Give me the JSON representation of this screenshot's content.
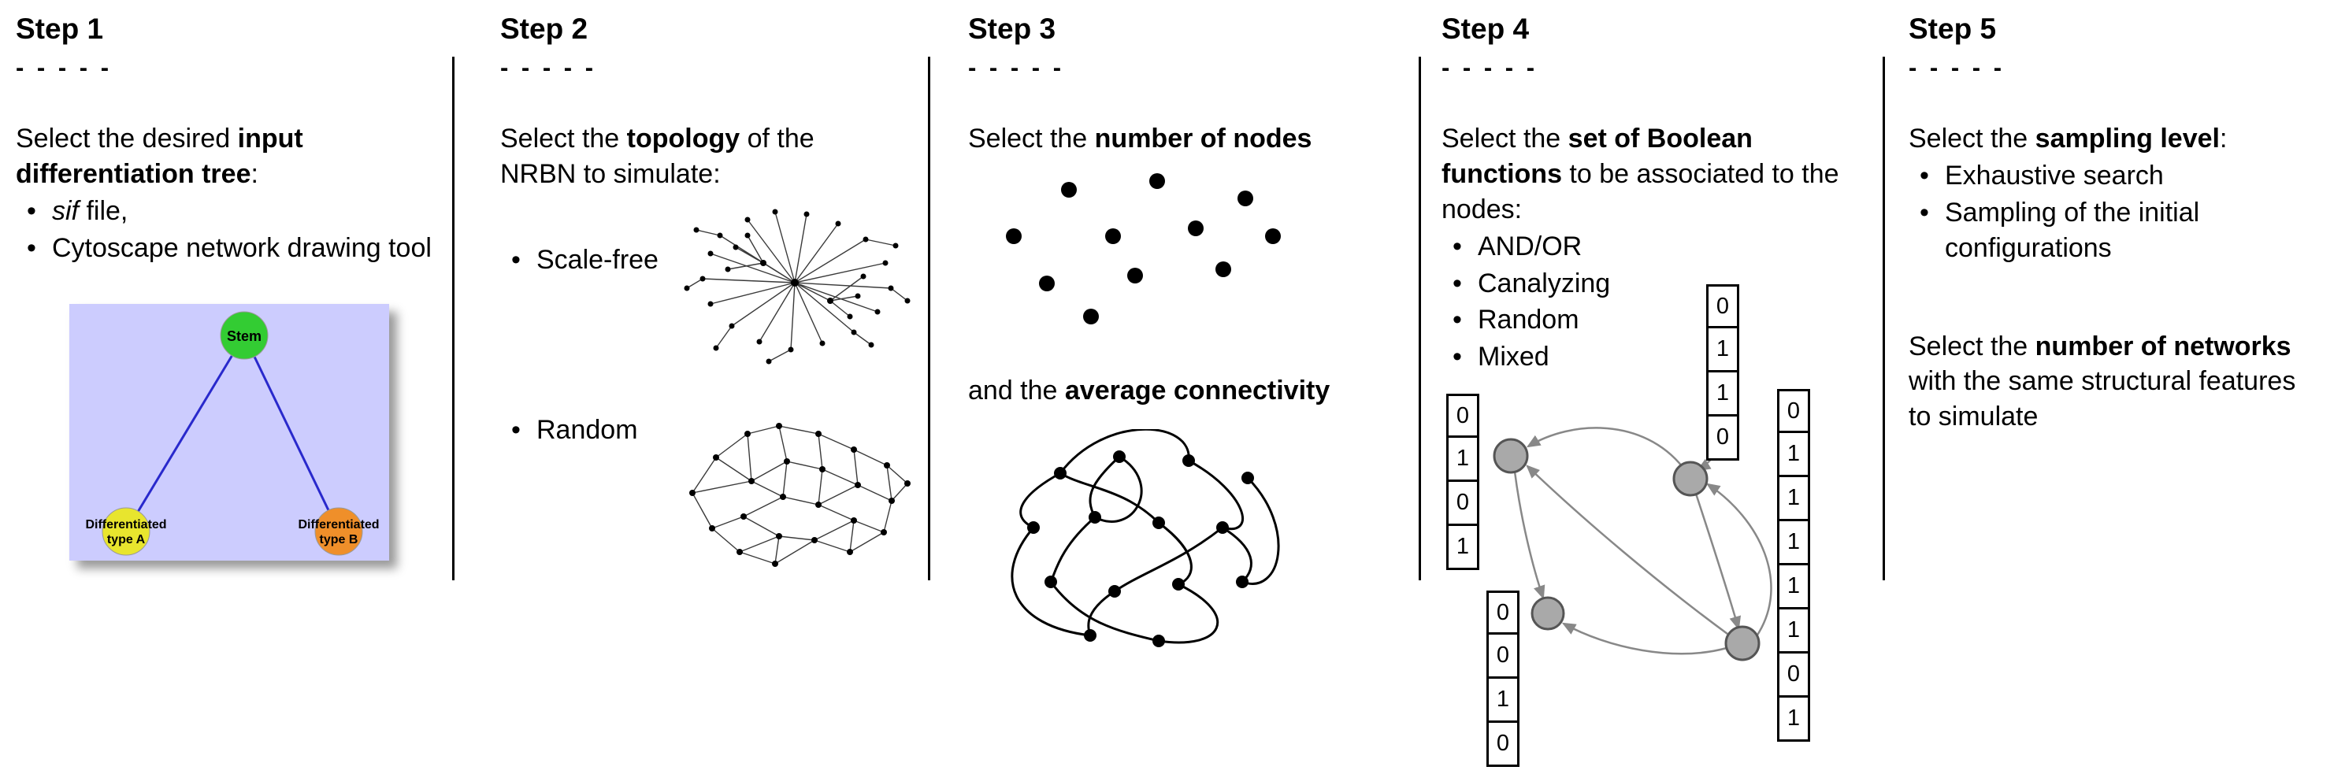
{
  "ui": {
    "bullet_char": "•"
  },
  "step1": {
    "title": "Step 1",
    "dashes": "- - - - -",
    "intro_pre": "Select the desired ",
    "intro_bold": "input differentiation tree",
    "intro_post": ":",
    "bullet1_italic": "sif",
    "bullet1_rest": " file,",
    "bullet2": "Cytoscape network drawing tool",
    "tree": {
      "stem_label": "Stem",
      "type_a_line1": "Differentiated",
      "type_a_line2": "type A",
      "type_b_line1": "Differentiated",
      "type_b_line2": "type B",
      "box_color": "#ccccfe",
      "stem_color": "#33cc33",
      "type_a_color": "#e8e52e",
      "type_b_color": "#ef8f2a",
      "edge_color": "#2929cc"
    }
  },
  "step2": {
    "title": "Step 2",
    "dashes": "- - - - -",
    "intro_pre": "Select the ",
    "intro_bold": "topology",
    "intro_post": " of the NRBN to simulate:",
    "bullet1": "Scale-free",
    "bullet2": "Random"
  },
  "step3": {
    "title": "Step 3",
    "dashes": "- - - - -",
    "line1_pre": "Select the ",
    "line1_bold": "number of nodes",
    "line2_pre": "and the ",
    "line2_bold": "average connectivity"
  },
  "step4": {
    "title": "Step 4",
    "dashes": "- - - - -",
    "intro_pre": "Select the ",
    "intro_bold": "set of Boolean functions",
    "intro_post": " to be associated to the nodes:",
    "bullets": [
      "AND/OR",
      "Canalyzing",
      "Random",
      "Mixed"
    ],
    "truth_tables": {
      "left": [
        "0",
        "1",
        "0",
        "1"
      ],
      "top": [
        "0",
        "1",
        "1",
        "0"
      ],
      "bottom_left": [
        "0",
        "0",
        "1",
        "0"
      ],
      "right": [
        "0",
        "1",
        "1",
        "1",
        "1",
        "1",
        "0",
        "1"
      ]
    }
  },
  "step5": {
    "title": "Step 5",
    "dashes": "- - - - -",
    "intro_pre": "Select the ",
    "intro_bold": "sampling level",
    "intro_post": ":",
    "bullet1": "Exhaustive search",
    "bullet2": "Sampling of the initial configurations",
    "second_pre": "Select the ",
    "second_bold": "number of networks",
    "second_post": " with the same structural features to simulate"
  }
}
